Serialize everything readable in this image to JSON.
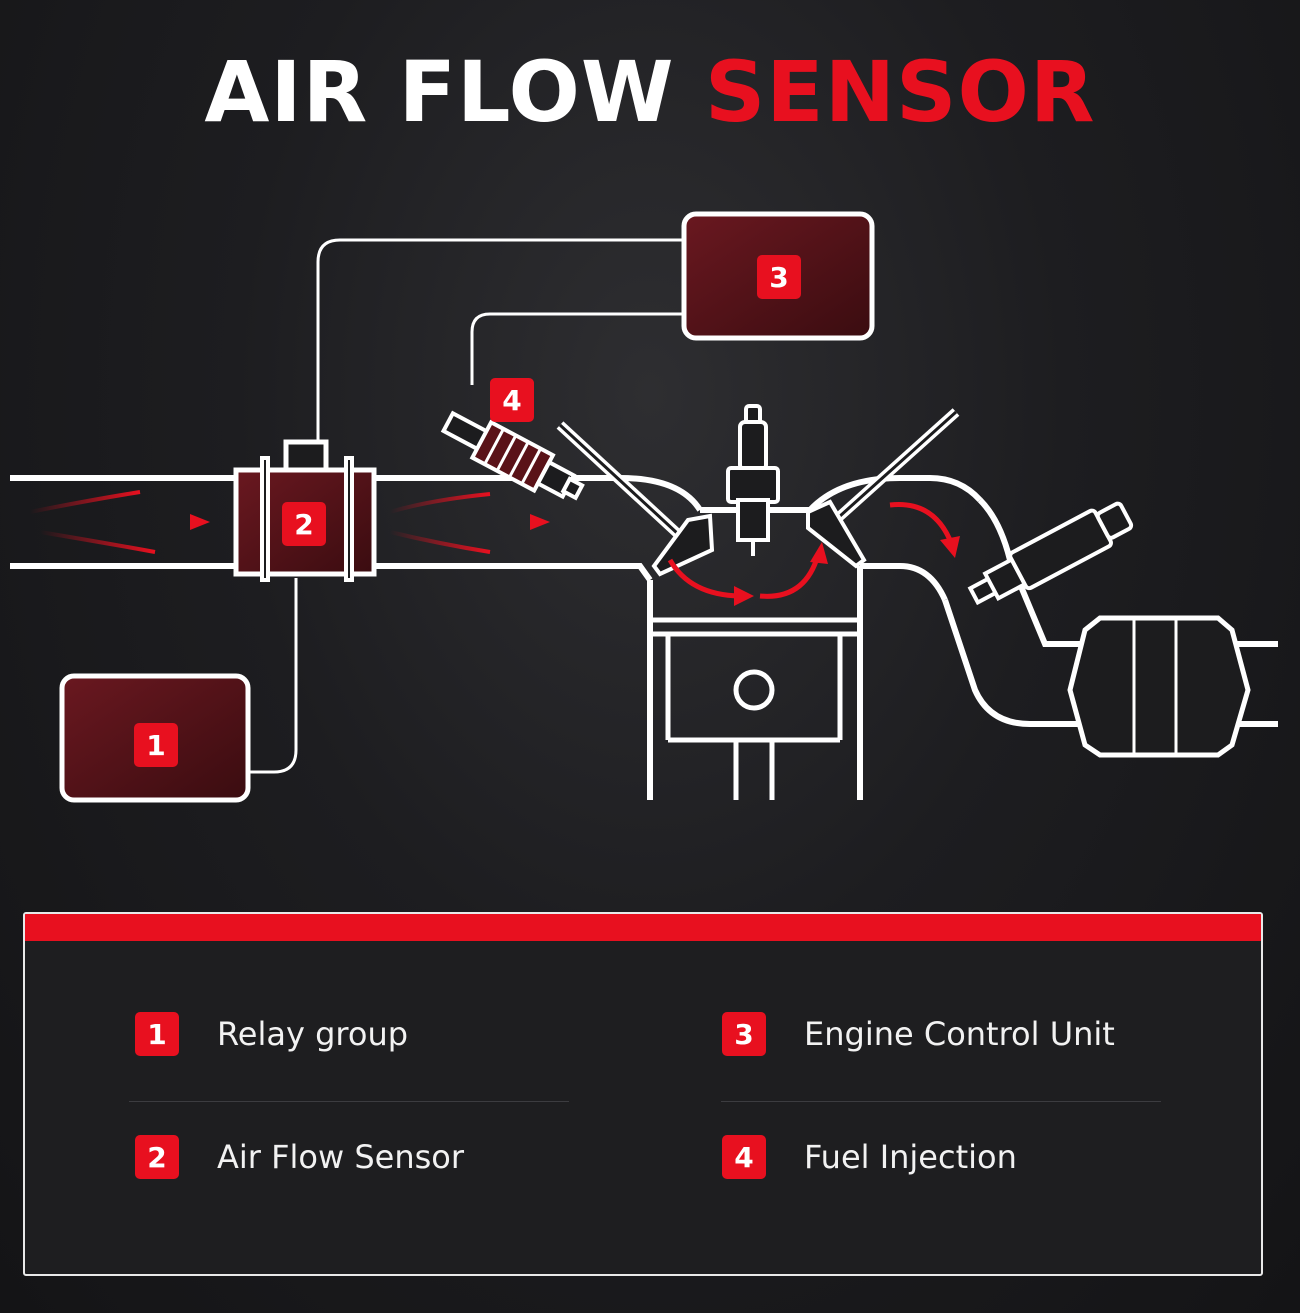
{
  "title": {
    "part1": "AIR FLOW",
    "part2": "SENSOR"
  },
  "colors": {
    "accent": "#e8101f",
    "box_fill": "#5a1218",
    "line": "#ffffff"
  },
  "diagram_badges": [
    {
      "number": "1",
      "component": "relay-group-box"
    },
    {
      "number": "2",
      "component": "air-flow-sensor"
    },
    {
      "number": "3",
      "component": "engine-control-unit-box"
    },
    {
      "number": "4",
      "component": "fuel-injector"
    }
  ],
  "legend": {
    "items": [
      {
        "number": "1",
        "label": "Relay group"
      },
      {
        "number": "2",
        "label": "Air Flow Sensor"
      },
      {
        "number": "3",
        "label": "Engine Control Unit"
      },
      {
        "number": "4",
        "label": "Fuel Injection"
      }
    ]
  }
}
